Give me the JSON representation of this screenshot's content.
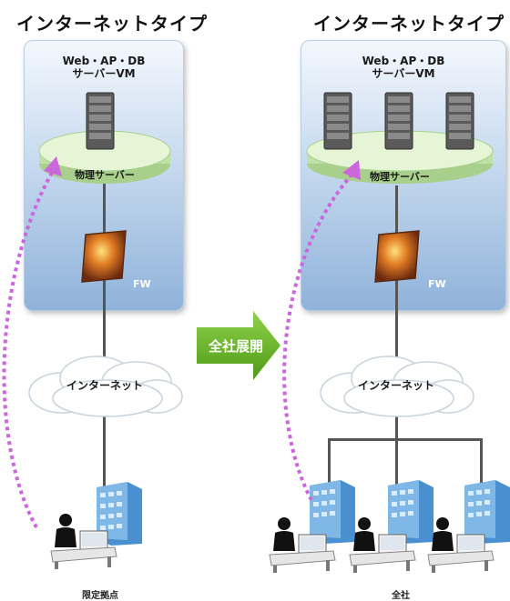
{
  "left": {
    "title": "インターネットタイプ",
    "panel_label_1": "Web・AP・DB",
    "panel_label_2": "サーバーVM",
    "disc_label": "物理サーバー",
    "fw_label": "FW",
    "cloud_label": "インターネット",
    "site_label": "限定拠点"
  },
  "right": {
    "title": "インターネットタイプ",
    "panel_label_1": "Web・AP・DB",
    "panel_label_2": "サーバーVM",
    "disc_label": "物理サーバー",
    "fw_label": "FW",
    "cloud_label": "インターネット",
    "site_label": "全社"
  },
  "middle_arrow": {
    "label": "全社展開"
  },
  "colors": {
    "arrow_green": "#6ab527",
    "dashed_purple": "#cc66dd",
    "panel_blue": "#8fb2da",
    "disc_green": "#d8efc5"
  },
  "icons": [
    "server-icon",
    "firewall-icon",
    "cloud-icon",
    "office-building-icon",
    "person-at-desk-icon"
  ]
}
